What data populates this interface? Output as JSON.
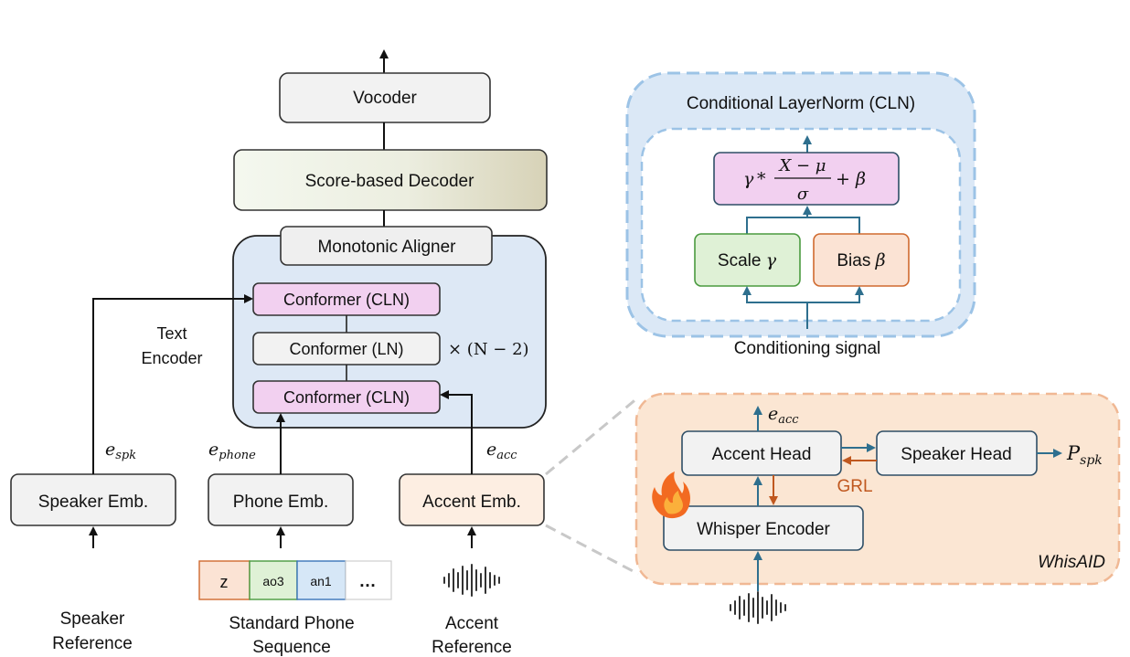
{
  "tts": {
    "vocoder": "Vocoder",
    "decoder": "Score-based Decoder",
    "aligner": "Monotonic Aligner",
    "conformer_cln_top": "Conformer (CLN)",
    "conformer_ln": "Conformer (LN)",
    "conformer_cln_bottom": "Conformer (CLN)",
    "repeat": "× (N − 2)",
    "text_encoder": [
      "Text",
      "Encoder"
    ],
    "speaker_emb": "Speaker Emb.",
    "phone_emb": "Phone Emb.",
    "accent_emb": "Accent Emb.",
    "e_spk": {
      "base": "e",
      "sub": "spk"
    },
    "e_phone": {
      "base": "e",
      "sub": "phone"
    },
    "e_acc": {
      "base": "e",
      "sub": "acc"
    },
    "phones": [
      "z",
      "ao3",
      "an1",
      "…"
    ],
    "speaker_ref": [
      "Speaker",
      "Reference"
    ],
    "phone_seq": [
      "Standard Phone",
      "Sequence"
    ],
    "accent_ref": [
      "Accent",
      "Reference"
    ]
  },
  "cln": {
    "title": "Conditional LayerNorm (CLN)",
    "formula": {
      "gamma": "γ",
      "times": "*",
      "num": "X − μ",
      "den": "σ",
      "plus": "+ β"
    },
    "scale": {
      "text": "Scale",
      "sym": "γ"
    },
    "bias": {
      "text": "Bias",
      "sym": "β"
    },
    "signal": "Conditioning signal"
  },
  "whisaid": {
    "accent_head": "Accent Head",
    "speaker_head": "Speaker Head",
    "whisper_encoder": "Whisper Encoder",
    "grl": "GRL",
    "e_acc": {
      "base": "e",
      "sub": "acc"
    },
    "p_spk": {
      "base": "P",
      "sub": "spk"
    },
    "name": "WhisAID"
  },
  "colors": {
    "box_gray": "#f2f2f2",
    "box_stroke": "#333333",
    "encoder_fill": "#dde8f5",
    "conformer_pink": "#f2d0f0",
    "cln_outer": "#dbe8f6",
    "cln_dash": "#9cc3e6",
    "teal": "#2e6f8e",
    "scale_green": "#dff1d6",
    "scale_stroke": "#4a9a3f",
    "bias_orange": "#fbe3d4",
    "bias_stroke": "#d06a2f",
    "whisaid_fill": "#fbe6d3",
    "whisaid_dash": "#f0b894",
    "accent_emb_fill": "#fdeee2",
    "grl": "#c0581f"
  },
  "icons": [
    "waveform-icon",
    "fire-icon"
  ]
}
